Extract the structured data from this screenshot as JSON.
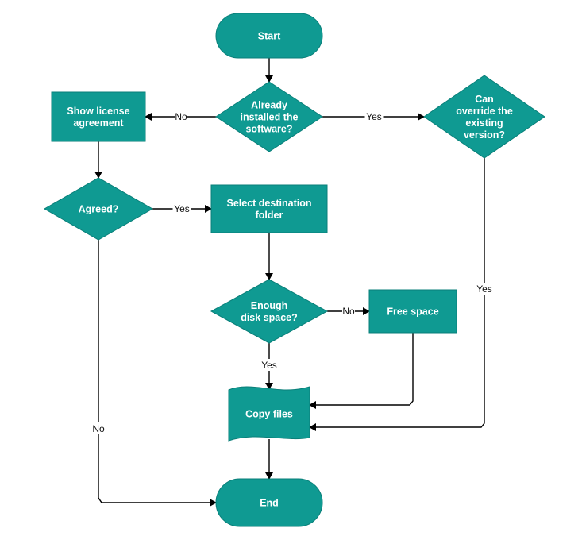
{
  "colors": {
    "node_fill": "#0f9a92",
    "node_stroke": "#0a7f79",
    "edge": "#000000",
    "background": "#ffffff"
  },
  "nodes": {
    "start": {
      "shape": "terminal",
      "lines": [
        "Start"
      ]
    },
    "already_installed": {
      "shape": "decision",
      "lines": [
        "Already",
        "installed the",
        "software?"
      ]
    },
    "can_override": {
      "shape": "decision",
      "lines": [
        "Can",
        "override the",
        "existing",
        "version?"
      ]
    },
    "show_license": {
      "shape": "process",
      "lines": [
        "Show license",
        "agreement"
      ]
    },
    "agreed": {
      "shape": "decision",
      "lines": [
        "Agreed?"
      ]
    },
    "select_destination": {
      "shape": "process",
      "lines": [
        "Select destination",
        "folder"
      ]
    },
    "enough_disk": {
      "shape": "decision",
      "lines": [
        "Enough",
        "disk space?"
      ]
    },
    "free_space": {
      "shape": "process",
      "lines": [
        "Free space"
      ]
    },
    "copy_files": {
      "shape": "document",
      "lines": [
        "Copy files"
      ]
    },
    "end": {
      "shape": "terminal",
      "lines": [
        "End"
      ]
    }
  },
  "edges": [
    {
      "from": "start",
      "to": "already_installed",
      "label": ""
    },
    {
      "from": "already_installed",
      "to": "show_license",
      "label": "No"
    },
    {
      "from": "already_installed",
      "to": "can_override",
      "label": "Yes"
    },
    {
      "from": "show_license",
      "to": "agreed",
      "label": ""
    },
    {
      "from": "agreed",
      "to": "select_destination",
      "label": "Yes"
    },
    {
      "from": "agreed",
      "to": "end",
      "label": "No"
    },
    {
      "from": "select_destination",
      "to": "enough_disk",
      "label": ""
    },
    {
      "from": "enough_disk",
      "to": "free_space",
      "label": "No"
    },
    {
      "from": "enough_disk",
      "to": "copy_files",
      "label": "Yes"
    },
    {
      "from": "free_space",
      "to": "copy_files",
      "label": ""
    },
    {
      "from": "can_override",
      "to": "copy_files",
      "label": "Yes"
    },
    {
      "from": "copy_files",
      "to": "end",
      "label": ""
    }
  ]
}
